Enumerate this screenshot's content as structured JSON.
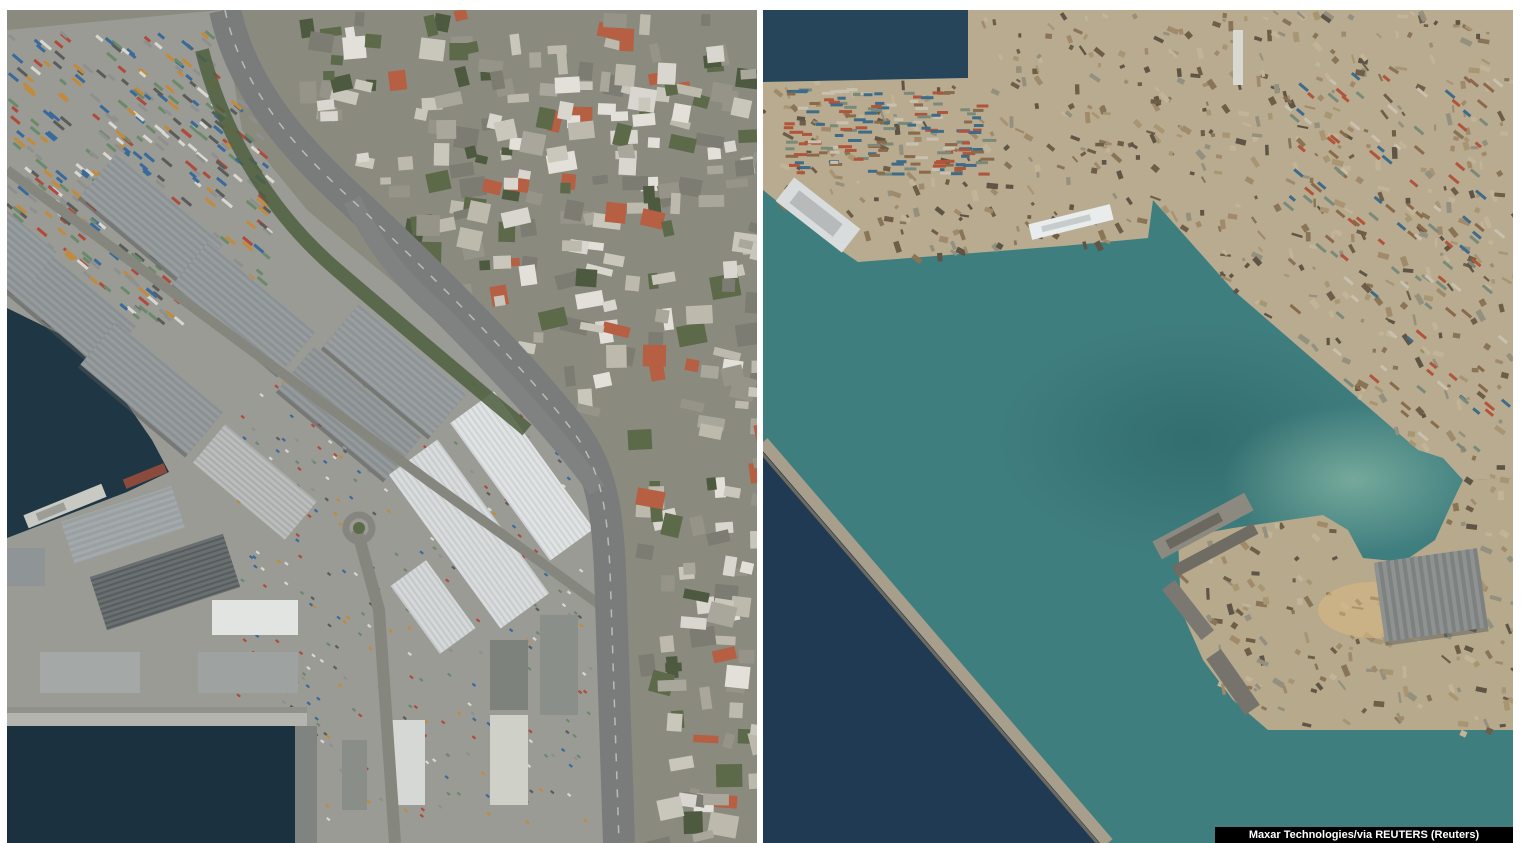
{
  "credit": {
    "text": "Maxar Technologies/via REUTERS (Reuters)"
  },
  "colors": {
    "background": "#ffffff",
    "city": "#8a8a7f",
    "port_land": "#9a9b95",
    "harbor_water_before": "#1f3644",
    "teal_water_after": "#3f7e7f",
    "dark_sea": "#213a54",
    "port_land_after": "#b9ab90",
    "warehouse": "#8c9294",
    "white_warehouse": "#d8dcdc",
    "highway": "#7a7c7c",
    "credit_background": "#000000",
    "credit_text": "#ffffff"
  },
  "panels": {
    "left": "before-explosion satellite view",
    "right": "after-explosion satellite view"
  }
}
